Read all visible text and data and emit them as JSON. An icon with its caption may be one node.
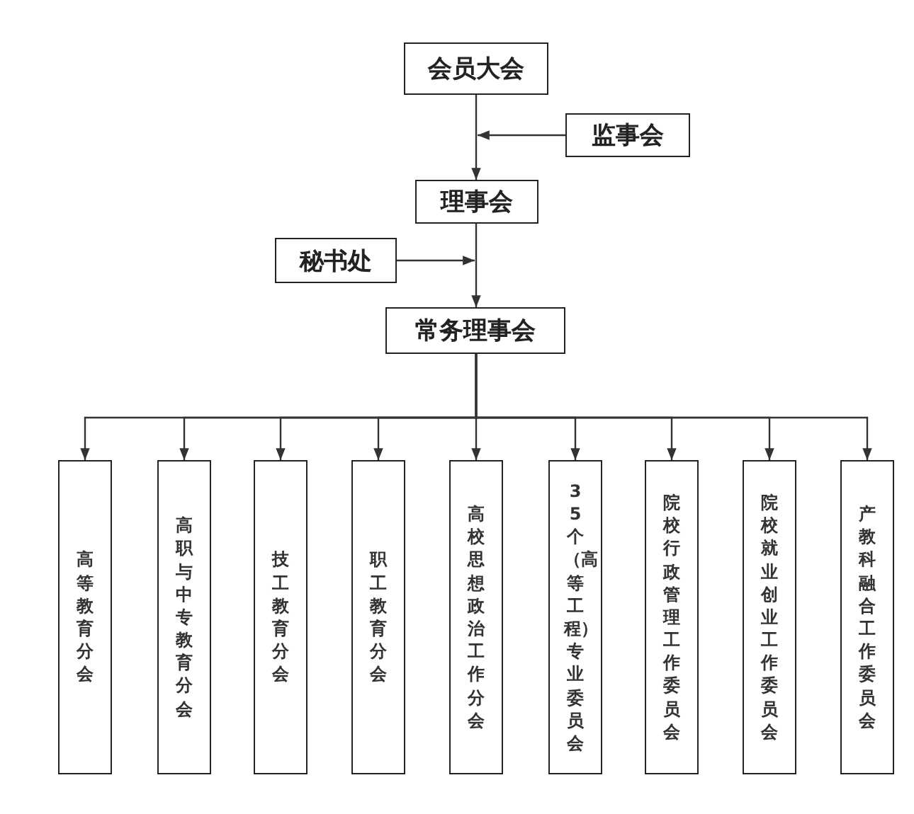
{
  "diagram": {
    "nodes": [
      {
        "text": [
          "会员大会"
        ]
      },
      {
        "text": [
          "监事会"
        ]
      },
      {
        "text": [
          "理事会"
        ]
      },
      {
        "text": [
          "秘书处"
        ]
      },
      {
        "text": [
          "常务理事会"
        ]
      },
      {
        "text": [
          "高等教育分会"
        ]
      },
      {
        "text": [
          "高职与中专教育分会"
        ]
      },
      {
        "text": [
          "技工教育分会"
        ]
      },
      {
        "text": [
          "职工教育分会"
        ]
      },
      {
        "text": [
          "高校思想政治工作分会"
        ]
      },
      {
        "text": [
          "35个（高等工程）专业委员会"
        ]
      },
      {
        "text": [
          "院校行政管理工作委员会"
        ]
      },
      {
        "text": [
          "院校就业创业工作委员会"
        ]
      },
      {
        "text": [
          "产教科融合工作委员会"
        ]
      }
    ],
    "edges": [
      {
        "from": 0,
        "to": 2,
        "arrow": "to"
      },
      {
        "from": 1,
        "to": null,
        "arrow": "to"
      },
      {
        "from": 2,
        "to": 4,
        "arrow": "to"
      },
      {
        "from": 3,
        "to": null,
        "arrow": "to"
      },
      {
        "from": 4,
        "to": 5,
        "arrow": "to"
      },
      {
        "from": 4,
        "to": 6,
        "arrow": "to"
      },
      {
        "from": 4,
        "to": 7,
        "arrow": "to"
      },
      {
        "from": 4,
        "to": 8,
        "arrow": "to"
      },
      {
        "from": 4,
        "to": 9,
        "arrow": "to"
      },
      {
        "from": 4,
        "to": 10,
        "arrow": "to"
      },
      {
        "from": 4,
        "to": 11,
        "arrow": "to"
      },
      {
        "from": 4,
        "to": 12,
        "arrow": "to"
      },
      {
        "from": 4,
        "to": 13,
        "arrow": "to"
      }
    ]
  }
}
